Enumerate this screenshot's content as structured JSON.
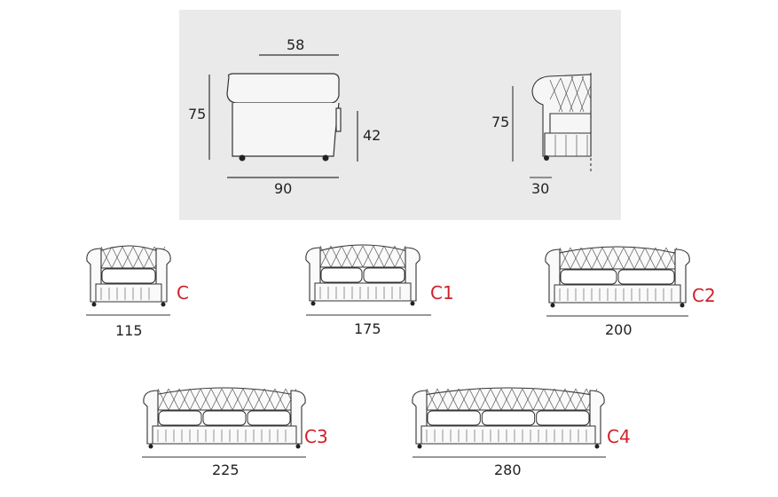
{
  "top_panel": {
    "side_view": {
      "depth_seat": "58",
      "height": "75",
      "seat_height": "42",
      "depth_total": "90"
    },
    "front_view": {
      "height": "75",
      "arm_width": "30"
    }
  },
  "models": [
    {
      "code": "C",
      "width": "115"
    },
    {
      "code": "C1",
      "width": "175"
    },
    {
      "code": "C2",
      "width": "200"
    },
    {
      "code": "C3",
      "width": "225"
    },
    {
      "code": "C4",
      "width": "280"
    }
  ],
  "colors": {
    "panel_bg": "#eaeaea",
    "line": "#333333",
    "code_label": "#d0202a"
  }
}
